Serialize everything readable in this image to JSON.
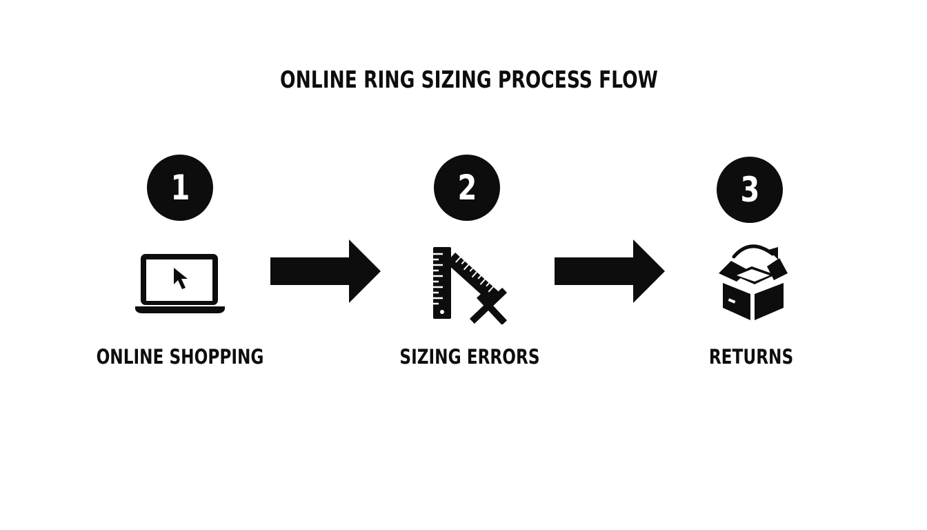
{
  "title": "ONLINE RING SIZING PROCESS FLOW",
  "colors": {
    "foreground": "#0d0d0d",
    "background": "#ffffff"
  },
  "steps": [
    {
      "number": "1",
      "label": "ONLINE SHOPPING",
      "icon": "laptop-cursor-icon"
    },
    {
      "number": "2",
      "label": "SIZING ERRORS",
      "icon": "ruler-error-icon"
    },
    {
      "number": "3",
      "label": "RETURNS",
      "icon": "return-box-icon"
    }
  ]
}
